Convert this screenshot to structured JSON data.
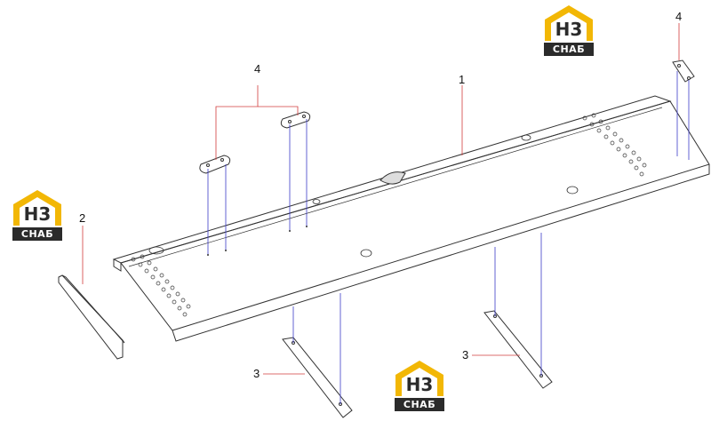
{
  "callouts": {
    "part_1": "1",
    "part_2": "2",
    "part_3_left": "3",
    "part_3_right": "3",
    "part_4_center": "4",
    "part_4_right": "4"
  },
  "logo": {
    "monogram": "H3",
    "brand": "СНАБ",
    "colors": {
      "roof": "#f2b705",
      "dark": "#2b2b2b",
      "text": "#ffffff"
    }
  },
  "colors": {
    "outline": "#333333",
    "leader": "#d23c3c",
    "assembly_line": "#3c3cc8"
  }
}
